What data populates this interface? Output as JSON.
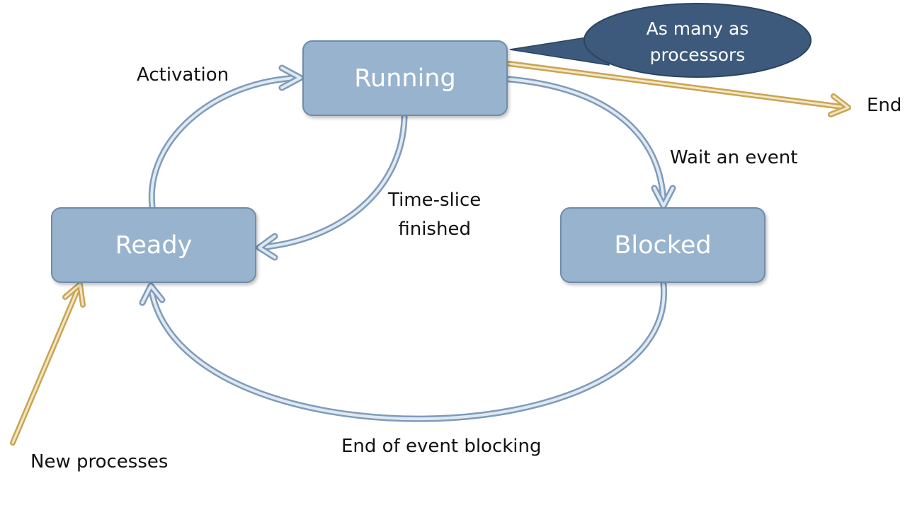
{
  "states": {
    "running": "Running",
    "ready": "Ready",
    "blocked": "Blocked"
  },
  "transitions": {
    "activation": "Activation",
    "time_slice_line1": "Time-slice",
    "time_slice_line2": "finished",
    "wait_event": "Wait an event",
    "end_of_event_blocking": "End of event blocking",
    "end": "End",
    "new_processes": "New processes"
  },
  "callout": {
    "line1": "As many as",
    "line2": "processors"
  },
  "colors": {
    "state_fill": "#98b3cd",
    "state_border": "#6f8caa",
    "flow_arrow": "#a9bfd6",
    "entry_exit_arrow": "#d9be7c",
    "callout_fill": "#3d5a7c"
  }
}
